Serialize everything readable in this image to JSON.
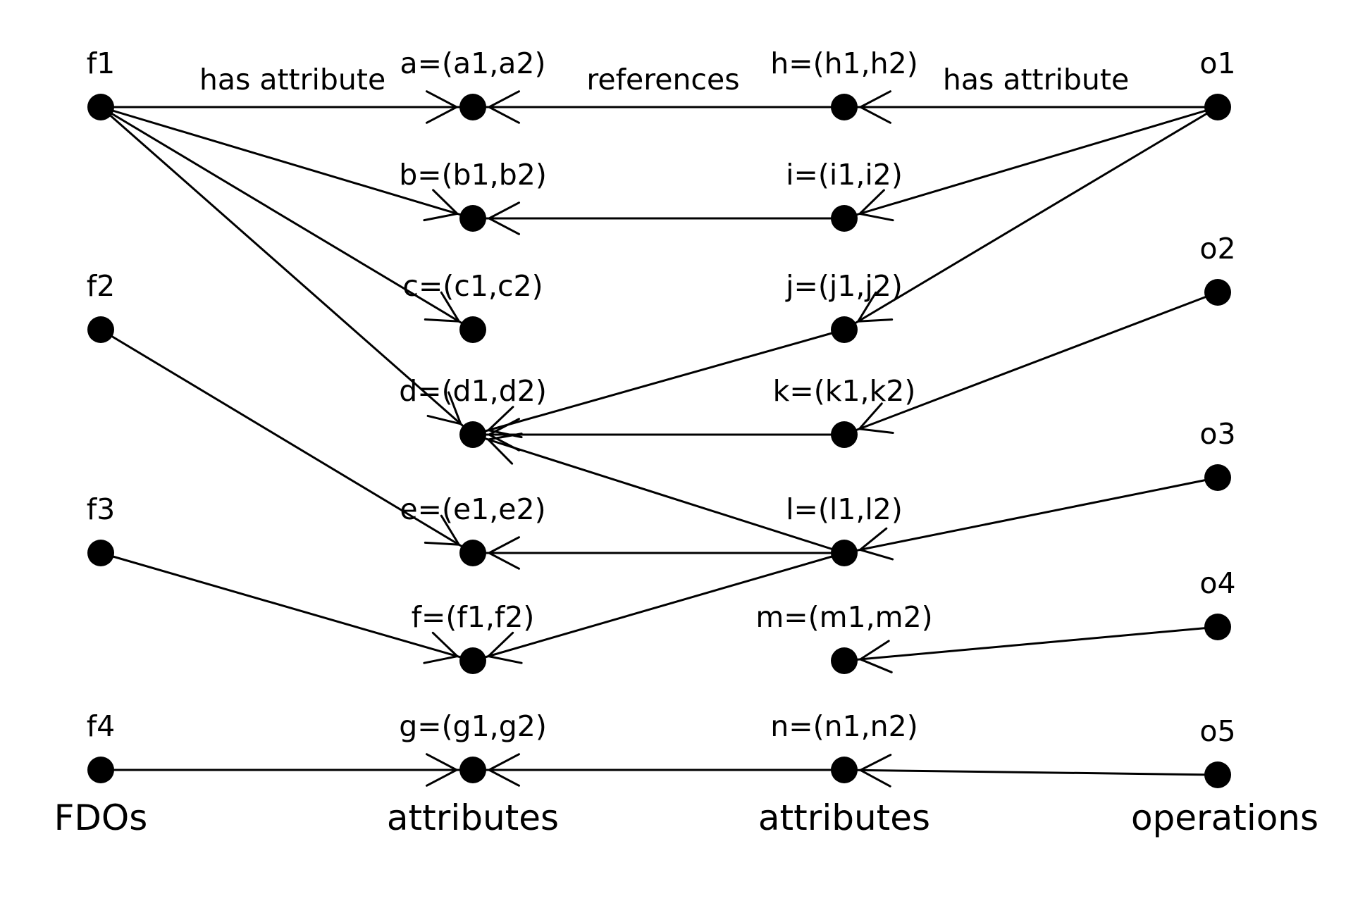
{
  "columns": {
    "fdos": "FDOs",
    "attributes_left": "attributes",
    "attributes_right": "attributes",
    "operations": "operations"
  },
  "edge_labels": {
    "fdo_to_attr": "has attribute",
    "attr_refs": "references",
    "op_to_attr": "has attribute"
  },
  "nodes": {
    "f1": "f1",
    "f2": "f2",
    "f3": "f3",
    "f4": "f4",
    "a": "a=(a1,a2)",
    "b": "b=(b1,b2)",
    "c": "c=(c1,c2)",
    "d": "d=(d1,d2)",
    "e": "e=(e1,e2)",
    "f": "f=(f1,f2)",
    "g": "g=(g1,g2)",
    "h": "h=(h1,h2)",
    "i": "i=(i1,i2)",
    "j": "j=(j1,j2)",
    "k": "k=(k1,k2)",
    "l": "l=(l1,l2)",
    "m": "m=(m1,m2)",
    "n": "n=(n1,n2)",
    "o1": "o1",
    "o2": "o2",
    "o3": "o3",
    "o4": "o4",
    "o5": "o5"
  },
  "edges": [
    {
      "from": "f1",
      "to": "a"
    },
    {
      "from": "f1",
      "to": "b"
    },
    {
      "from": "f1",
      "to": "c"
    },
    {
      "from": "f1",
      "to": "d"
    },
    {
      "from": "f2",
      "to": "e"
    },
    {
      "from": "f3",
      "to": "f"
    },
    {
      "from": "f4",
      "to": "g"
    },
    {
      "from": "h",
      "to": "a"
    },
    {
      "from": "i",
      "to": "b"
    },
    {
      "from": "j",
      "to": "d"
    },
    {
      "from": "k",
      "to": "d"
    },
    {
      "from": "l",
      "to": "d"
    },
    {
      "from": "l",
      "to": "e"
    },
    {
      "from": "l",
      "to": "f"
    },
    {
      "from": "n",
      "to": "g"
    },
    {
      "from": "o1",
      "to": "h"
    },
    {
      "from": "o1",
      "to": "i"
    },
    {
      "from": "o1",
      "to": "j"
    },
    {
      "from": "o2",
      "to": "k"
    },
    {
      "from": "o3",
      "to": "l"
    },
    {
      "from": "o4",
      "to": "m"
    },
    {
      "from": "o5",
      "to": "n"
    }
  ]
}
